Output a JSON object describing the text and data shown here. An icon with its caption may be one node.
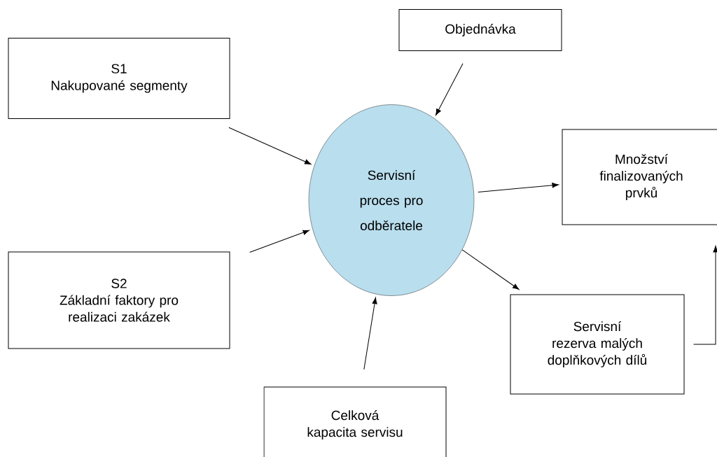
{
  "diagram": {
    "nodes": [
      {
        "text": [
          "S1",
          "Nakupované segmenty"
        ]
      },
      {
        "text": [
          "Objednávka"
        ]
      },
      {
        "text": [
          "Servisní proces pro odběratele"
        ]
      },
      {
        "text": [
          "S2",
          "Základní faktory pro realizaci zakázek"
        ]
      },
      {
        "text": [
          "Množství finalizovaných prvků"
        ]
      },
      {
        "text": [
          "Servisní rezerva malých doplňkových dílů"
        ]
      },
      {
        "text": [
          "Celková kapacita servisu"
        ]
      }
    ],
    "edges": [
      {
        "from": 0,
        "to": 2,
        "arrow": "to"
      },
      {
        "from": 1,
        "to": 2,
        "arrow": "to"
      },
      {
        "from": 2,
        "to": 4,
        "arrow": "to"
      },
      {
        "from": 3,
        "to": 2,
        "arrow": "to"
      },
      {
        "from": 6,
        "to": 2,
        "arrow": "to"
      },
      {
        "from": 2,
        "to": 5,
        "arrow": "to"
      },
      {
        "from": 5,
        "to": 4,
        "arrow": "to"
      }
    ]
  }
}
